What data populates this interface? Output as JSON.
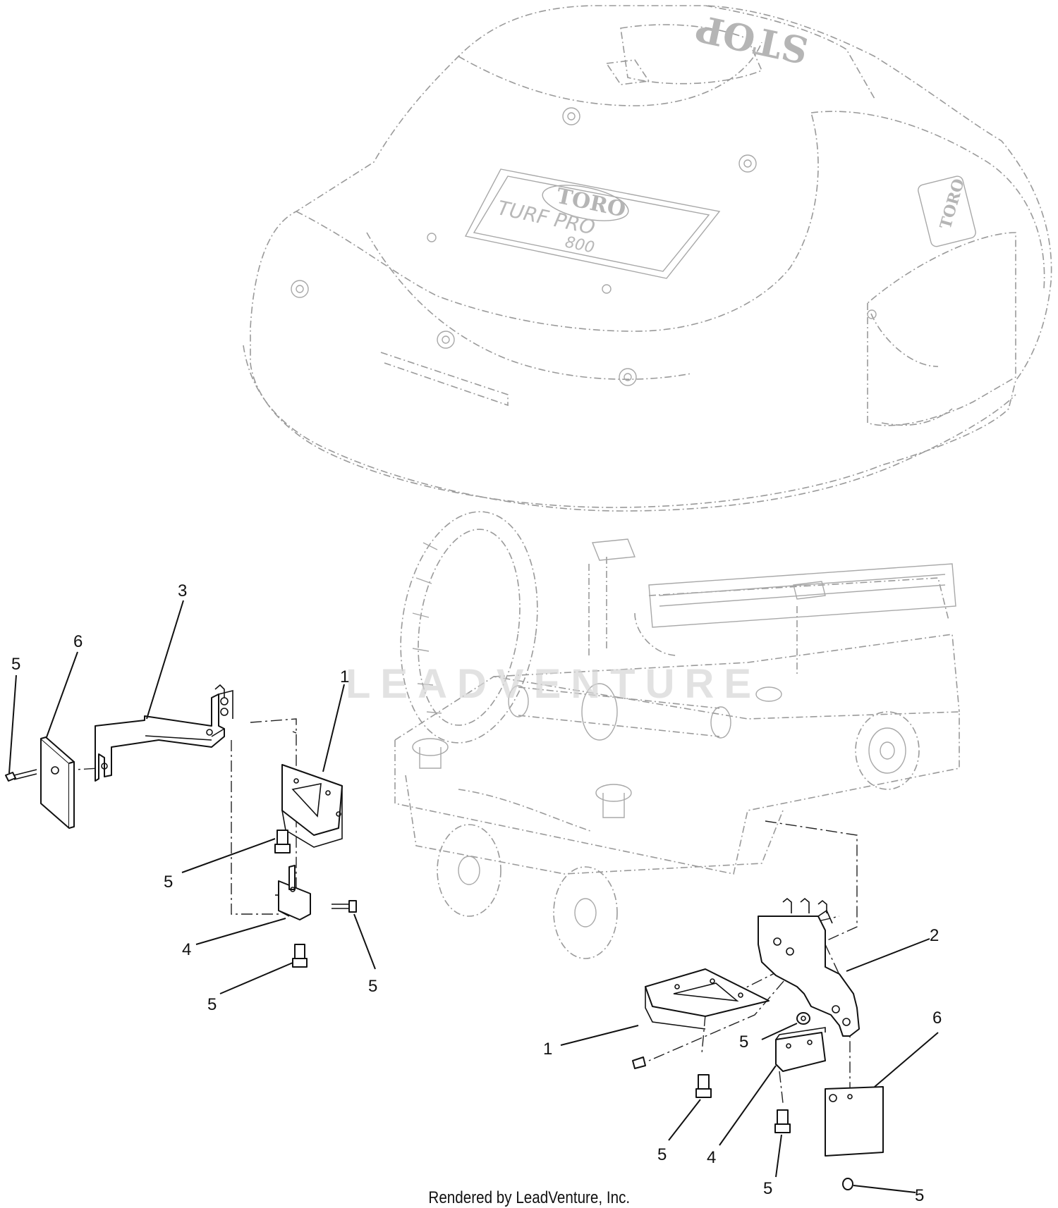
{
  "labels": {
    "hood_brand_top": "TORO",
    "hood_brand_side": "TORO",
    "hood_model_line1": "TURF PRO",
    "hood_model_line2": "800",
    "hood_top_lettering": "STOP",
    "watermark": "LEADVENTURE"
  },
  "callouts": [
    {
      "id": "c-5-left-bolt",
      "text": "5"
    },
    {
      "id": "c-6-left-plate",
      "text": "6"
    },
    {
      "id": "c-3-left-bracket",
      "text": "3"
    },
    {
      "id": "c-1-left-gusset",
      "text": "1"
    },
    {
      "id": "c-5-left-mid",
      "text": "5"
    },
    {
      "id": "c-4-left-mount",
      "text": "4"
    },
    {
      "id": "c-5-left-low-a",
      "text": "5"
    },
    {
      "id": "c-5-left-low-b",
      "text": "5"
    },
    {
      "id": "c-2-right-bracket",
      "text": "2"
    },
    {
      "id": "c-6-right-plate",
      "text": "6"
    },
    {
      "id": "c-1-right-gusset",
      "text": "1"
    },
    {
      "id": "c-5-right-upper",
      "text": "5"
    },
    {
      "id": "c-5-right-lower",
      "text": "5"
    },
    {
      "id": "c-4-right-mount",
      "text": "4"
    },
    {
      "id": "c-5-right-bottom",
      "text": "5"
    },
    {
      "id": "c-5-right-plate-bolt",
      "text": "5"
    }
  ],
  "footer": {
    "credit": "Rendered by LeadVenture, Inc."
  },
  "colors": {
    "line": "#111111",
    "ghost": "#9a9a9a",
    "watermark": "#d6d6d6"
  }
}
